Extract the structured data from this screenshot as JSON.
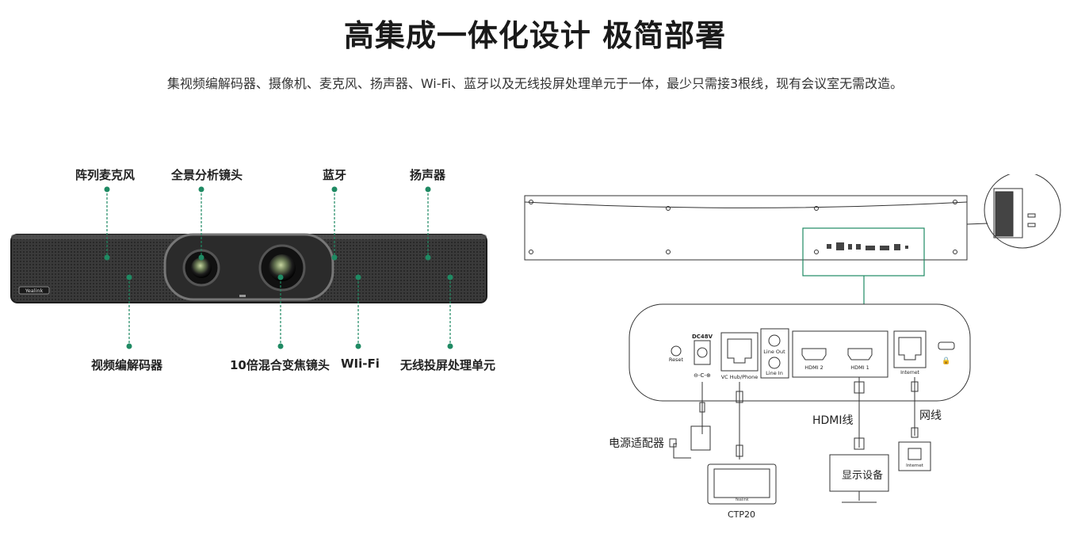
{
  "header": {
    "title": "高集成一体化设计 极简部署",
    "subtitle": "集视频编解码器、摄像机、麦克风、扬声器、Wi-Fi、蓝牙以及无线投屏处理单元于一体，最少只需接3根线，现有会议室无需改造。"
  },
  "device_callouts": {
    "top": [
      "阵列麦克风",
      "全景分析镜头",
      "蓝牙",
      "扬声器"
    ],
    "bottom": [
      "视频编解码器",
      "10倍混合变焦镜头",
      "WIi-Fi",
      "无线投屏处理单元"
    ]
  },
  "device": {
    "logo": "Yealink"
  },
  "panel": {
    "reset": "Reset",
    "dc": "DC48V",
    "vc_hub": "VC Hub/Phone",
    "line_out": "Line Out",
    "line_in": "Line In",
    "hdmi2": "HDMI 2",
    "hdmi1": "HDMI 1",
    "internet": "Internet"
  },
  "connections": {
    "power_adapter": "电源适配器",
    "hdmi_cable": "HDMI线",
    "network_cable": "网线",
    "display": "显示设备",
    "touch_panel": "CTP20",
    "wall_port": "Internet"
  },
  "colors": {
    "accent": "#1f8a63",
    "line": "#333333"
  }
}
